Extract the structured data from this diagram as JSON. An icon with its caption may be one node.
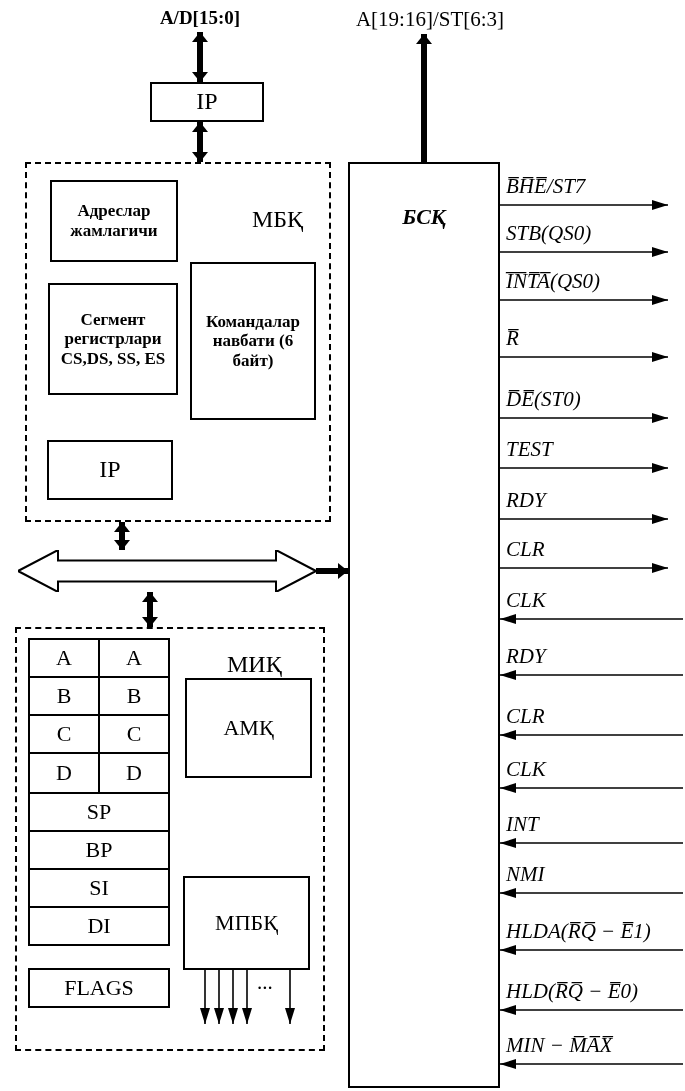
{
  "diagram": {
    "nodes": [
      {
        "text": [
          "A/D[15:0]"
        ]
      },
      {
        "text": [
          "A[19:16]/ST[6:3]"
        ]
      },
      {
        "text": [
          "IP"
        ]
      },
      {
        "text": [
          "МБҚ"
        ]
      },
      {
        "text": [
          "Адреслар жамлагичи"
        ],
        "in": 3
      },
      {
        "text": [
          "Сегмент регистрлари CS,DS, SS, ES"
        ],
        "in": 3
      },
      {
        "text": [
          "Командалар навбати (6 байт)"
        ],
        "in": 3
      },
      {
        "text": [
          "IP"
        ],
        "in": 3
      },
      {
        "text": [
          "БСҚ"
        ]
      },
      {
        "text": [],
        "shape": "arrow"
      },
      {
        "text": [
          "МИҚ"
        ]
      },
      {
        "text": [
          "A"
        ],
        "in": 10
      },
      {
        "text": [
          "A"
        ],
        "in": 10
      },
      {
        "text": [
          "B"
        ],
        "in": 10
      },
      {
        "text": [
          "B"
        ],
        "in": 10
      },
      {
        "text": [
          "C"
        ],
        "in": 10
      },
      {
        "text": [
          "C"
        ],
        "in": 10
      },
      {
        "text": [
          "D"
        ],
        "in": 10
      },
      {
        "text": [
          "D"
        ],
        "in": 10
      },
      {
        "text": [
          "SP"
        ],
        "in": 10
      },
      {
        "text": [
          "BP"
        ],
        "in": 10
      },
      {
        "text": [
          "SI"
        ],
        "in": 10
      },
      {
        "text": [
          "DI"
        ],
        "in": 10
      },
      {
        "text": [
          "FLAGS"
        ],
        "in": 10
      },
      {
        "text": [
          "АМҚ"
        ],
        "in": 10
      },
      {
        "text": [
          "МПБҚ"
        ],
        "in": 10
      }
    ],
    "edges": [
      {
        "from": 2,
        "to": 0,
        "arrow": "both",
        "style": "thick"
      },
      {
        "from": 3,
        "to": 2,
        "arrow": "both",
        "style": "thick"
      },
      {
        "from": 8,
        "to": 1,
        "arrow": "to",
        "style": "thick"
      },
      {
        "from": 3,
        "to": 9,
        "arrow": "both",
        "style": "thick"
      },
      {
        "from": 9,
        "to": 10,
        "arrow": "both",
        "style": "thick"
      },
      {
        "from": 9,
        "to": 8,
        "arrow": "to",
        "style": "thick"
      },
      {
        "from": 25,
        "to": null,
        "arrow": "to"
      },
      {
        "from": 25,
        "to": null,
        "arrow": "to"
      },
      {
        "from": 25,
        "to": null,
        "arrow": "to"
      },
      {
        "from": 25,
        "to": null,
        "arrow": "to"
      },
      {
        "from": 25,
        "to": null,
        "arrow": "to"
      },
      {
        "from": 8,
        "to": null,
        "arrow": "to",
        "label": "B̅H̅E̅/ST7"
      },
      {
        "from": 8,
        "to": null,
        "arrow": "to",
        "label": "STB(QS0)"
      },
      {
        "from": 8,
        "to": null,
        "arrow": "to",
        "label": "I̅N̅T̅A̅(QS0)"
      },
      {
        "from": 8,
        "to": null,
        "arrow": "to",
        "label": "R̅"
      },
      {
        "from": 8,
        "to": null,
        "arrow": "to",
        "label": "D̅E̅(ST0)"
      },
      {
        "from": 8,
        "to": null,
        "arrow": "to",
        "label": "TEST"
      },
      {
        "from": 8,
        "to": null,
        "arrow": "to",
        "label": "RDY"
      },
      {
        "from": 8,
        "to": null,
        "arrow": "to",
        "label": "CLR"
      },
      {
        "from": null,
        "to": 8,
        "arrow": "to",
        "label": "CLK"
      },
      {
        "from": null,
        "to": 8,
        "arrow": "to",
        "label": "RDY"
      },
      {
        "from": null,
        "to": 8,
        "arrow": "to",
        "label": "CLR"
      },
      {
        "from": null,
        "to": 8,
        "arrow": "to",
        "label": "CLK"
      },
      {
        "from": null,
        "to": 8,
        "arrow": "to",
        "label": "INT"
      },
      {
        "from": null,
        "to": 8,
        "arrow": "to",
        "label": "NMI"
      },
      {
        "from": null,
        "to": 8,
        "arrow": "to",
        "label": "HLDA(R̅Q̅ − E̅1)"
      },
      {
        "from": null,
        "to": 8,
        "arrow": "to",
        "label": "HLD(R̅Q̅ − E̅0)"
      },
      {
        "from": null,
        "to": 8,
        "arrow": "to",
        "label": "MIN − M̅A̅X̅"
      }
    ],
    "labels": [
      "..."
    ]
  }
}
